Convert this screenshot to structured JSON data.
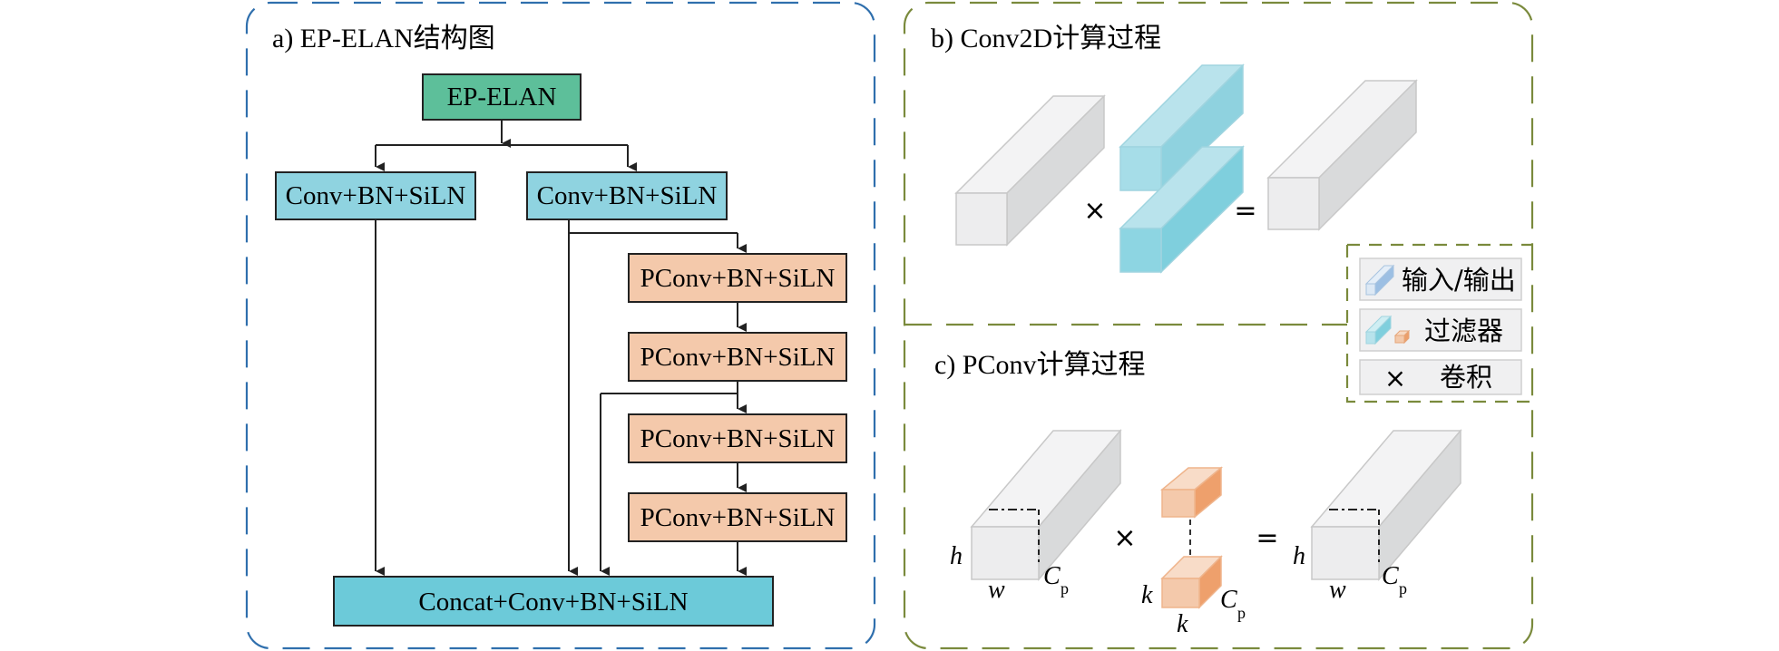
{
  "panel_a": {
    "title": "a) EP-ELAN结构图",
    "top_box": "EP-ELAN",
    "conv_left": "Conv+BN+SiLN",
    "conv_right": "Conv+BN+SiLN",
    "pconv_1": "PConv+BN+SiLN",
    "pconv_2": "PConv+BN+SiLN",
    "pconv_3": "PConv+BN+SiLN",
    "pconv_4": "PConv+BN+SiLN",
    "concat_box": "Concat+Conv+BN+SiLN"
  },
  "panel_b": {
    "title": "b) Conv2D计算过程",
    "multiply": "×",
    "equals": "="
  },
  "panel_c": {
    "title": "c) PConv计算过程",
    "multiply": "×",
    "equals": "=",
    "h_label": "h",
    "w_label": "w",
    "cp_label": "C",
    "cp_sub": "p",
    "k_label": "k",
    "out_h": "h",
    "out_w": "w",
    "out_cp": "C",
    "out_cp_sub": "p",
    "filter_k_side": "k",
    "filter_k_bottom": "k",
    "filter_cp": "C",
    "filter_cp_sub": "p"
  },
  "legend": {
    "io_label": "输入/输出",
    "filter_label": "过滤器",
    "conv_symbol": "×",
    "conv_label": "卷积"
  },
  "colors": {
    "blue_border": "#2f6fad",
    "olive_border": "#7a8a3c",
    "green_box": "#5dbf9a",
    "cyan_box": "#8fd3e0",
    "orange_box": "#f4c9ab",
    "concat_box": "#6ccad9"
  }
}
